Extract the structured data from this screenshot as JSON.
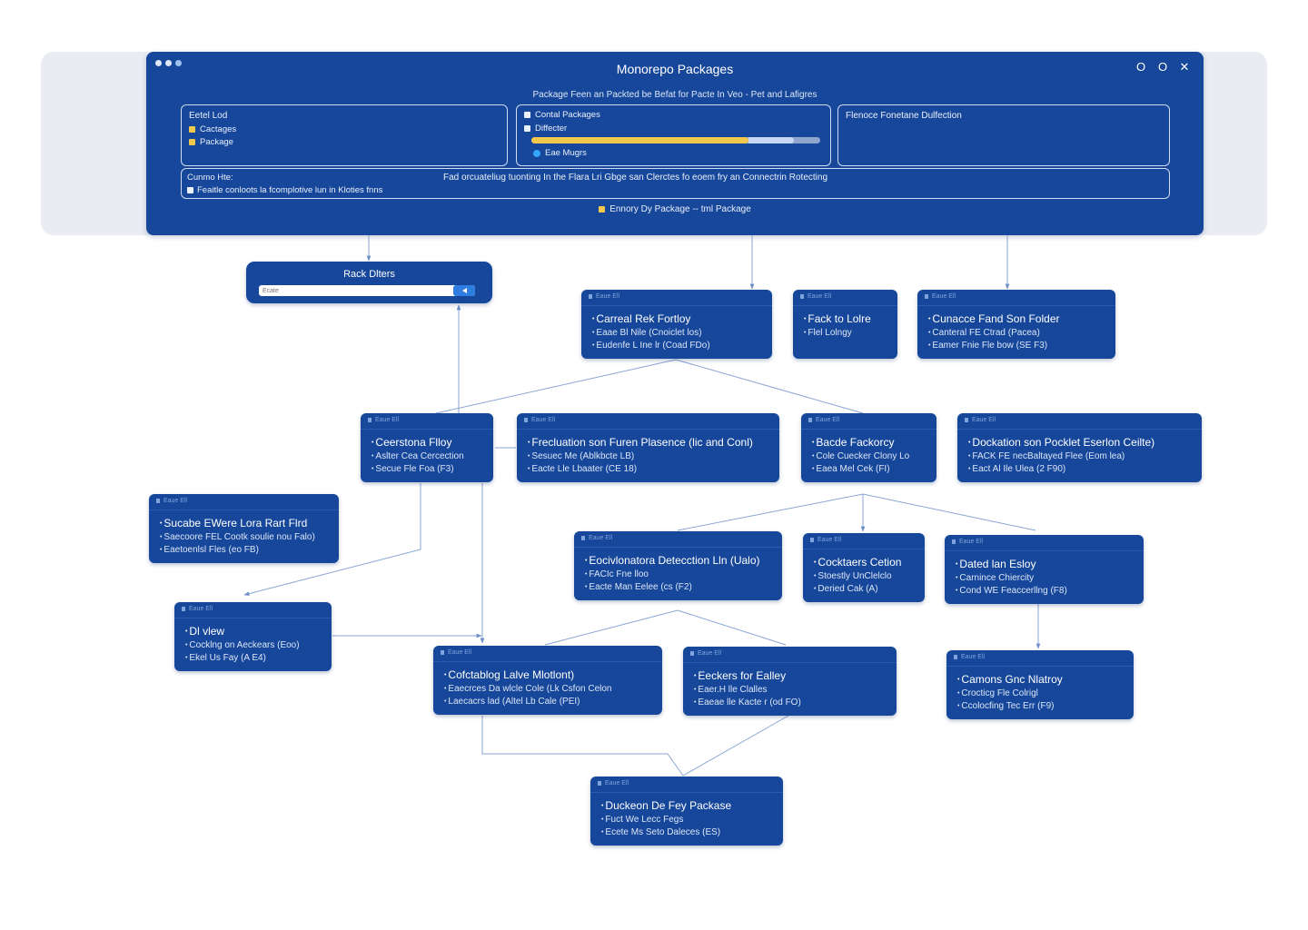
{
  "window": {
    "title": "Monorepo Packages",
    "subtitle": "Package Feen an Packted be Befat for Pacte In Veo - Pet and Lafigres",
    "controls": [
      "O",
      "O",
      "✕"
    ]
  },
  "panels": {
    "legend1": {
      "title": "Eetel Lod",
      "items": [
        "Cactages",
        "Package"
      ]
    },
    "legend2": {
      "title": "Contal Packages",
      "items": [
        "Diffecter",
        "Eae Mugrs"
      ],
      "progress": 0.75
    },
    "legend3": {
      "title": "Flenoce Fonetane Dulfection"
    },
    "info": {
      "left_title": "Cunmo Hte:",
      "left_text": "Feaitle conloots la fcomplotive lun in Kloties fnns",
      "center_text": "Fad orcuateliug tuonting In the Flara Lri Gbge san Clerctes fo eoem fry an Connectrin Rotecting"
    },
    "footer_legend": "Ennory Dy Package -- tml Package"
  },
  "search": {
    "title": "Rack Dlters",
    "placeholder": "Ecate"
  },
  "nodes": [
    {
      "tag": "Eaue Ell",
      "lines": [
        "Carreal Rek Fortloy",
        "Eaae Bl Nile (Cnoiclet los)",
        "Eudenfe L Ine lr (Coad FDo)"
      ]
    },
    {
      "tag": "Eaue Ell",
      "lines": [
        "Fack to Lolre",
        "Flel Lolngy"
      ]
    },
    {
      "tag": "Eaue Ell",
      "lines": [
        "Cunacce Fand Son Folder",
        "Canteral FE Ctrad (Pacea)",
        "Eamer Fnie Fle bow (SE F3)"
      ]
    },
    {
      "tag": "Eaue Ell",
      "lines": [
        "Ceerstona Flloy",
        "Aslter Cea Cercection",
        "Secue Fle Foa (F3)"
      ]
    },
    {
      "tag": "Eaue Ell",
      "lines": [
        "Frecluation son Furen Plasence (lic and Conl)",
        "Sesuec Me (Ablkbcte LB)",
        "Eacte Lle Lbaater (CE 18)"
      ]
    },
    {
      "tag": "Eaue Ell",
      "lines": [
        "Bacde Fackorcy",
        "Cole Cuecker Clony Lo",
        "Eaea Mel Cek (FI)"
      ]
    },
    {
      "tag": "Eaue Ell",
      "lines": [
        "Dockation son Pocklet Eserlon Ceilte)",
        "FACK FE necBaltayed Flee (Eom lea)",
        "Eact Al Ile Ulea (2 F90)"
      ]
    },
    {
      "tag": "Eaue Ell",
      "lines": [
        "Sucabe EWere Lora Rart Flrd",
        "Saecoore FEL Cootk soulie nou Falo)",
        "Eaetoenlsl Fles (eo FB)"
      ]
    },
    {
      "tag": "Eaue Ell",
      "lines": [
        "Eocivlonatora Detecction Lln (Ualo)",
        "FACIc Fne lloo",
        "Eacte Man Eelee (cs (F2)"
      ]
    },
    {
      "tag": "Eaue Ell",
      "lines": [
        "Cocktaers Cetion",
        "Stoestly UnClelclo",
        "Deried Cak (A)"
      ]
    },
    {
      "tag": "Eaue Ell",
      "lines": [
        "Dated lan Esloy",
        "Carnince Chiercity",
        "Cond WE Feaccerllng (F8)"
      ]
    },
    {
      "tag": "Eaue Ell",
      "lines": [
        "Dl vlew",
        "Cocklng on Aeckears (Eoo)",
        "Ekel Us Fay (A E4)"
      ]
    },
    {
      "tag": "Eaue Ell",
      "lines": [
        "Cofctablog Lalve Mlotlont)",
        "Eaecrces Da wlcle Cole (Lk Csfon Celon",
        "Laecacrs lad (Altel Lb Cale (PEI)"
      ]
    },
    {
      "tag": "Eaue Ell",
      "lines": [
        "Eeckers for Ealley",
        "Eaer.H lle Clalles",
        "Eaeae lle Kacte r (od FO)"
      ]
    },
    {
      "tag": "Eaue Ell",
      "lines": [
        "Camons Gnc Nlatroy",
        "Crocticg Fle Colrigl",
        "Ccolocfing Tec Err (F9)"
      ]
    },
    {
      "tag": "Eaue Ell",
      "lines": [
        "Duckeon De Fey Packase",
        "Fuct We Lecc Fegs",
        "Ecete Ms Seto Daleces (ES)"
      ]
    }
  ]
}
